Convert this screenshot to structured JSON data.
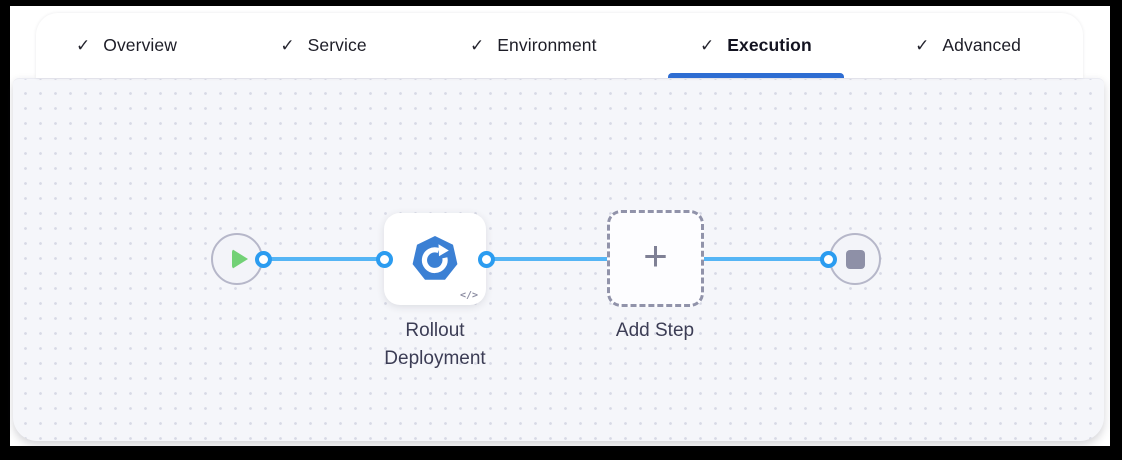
{
  "tabs": {
    "check_glyph": "✓",
    "underline_color": "#2e6dd2",
    "items": [
      {
        "label": "Overview",
        "active": false
      },
      {
        "label": "Service",
        "active": false
      },
      {
        "label": "Environment",
        "active": false
      },
      {
        "label": "Execution",
        "active": true
      },
      {
        "label": "Advanced",
        "active": false
      }
    ]
  },
  "pipeline": {
    "edge_color": "#55b5f5",
    "port_ring_color": "#2b9cf0",
    "start_node": {
      "icon": "play-icon",
      "icon_color": "#72d176"
    },
    "step_node": {
      "label": "Rollout Deployment",
      "icon": "kubernetes-rollout-icon",
      "icon_color": "#3b80d4",
      "code_glyph": "</>"
    },
    "add_step": {
      "label": "Add Step",
      "plus_glyph": "+"
    },
    "end_node": {
      "icon": "stop-icon",
      "icon_color": "#8e90a7"
    }
  }
}
